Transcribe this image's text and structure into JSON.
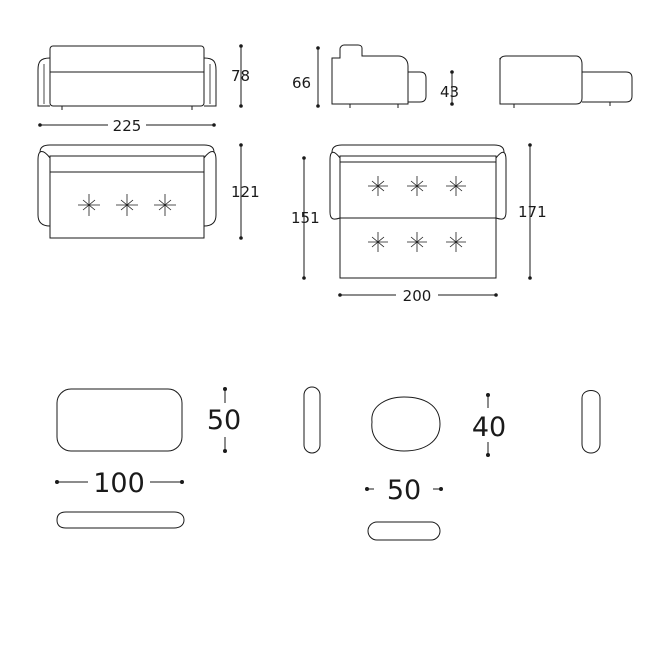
{
  "sofa": {
    "width_label": "225",
    "height_label": "78",
    "seat_height_label": "66",
    "arm_height_label": "43",
    "depth_label": "121",
    "bed_depth_label": "151",
    "bed_total_depth_label": "171",
    "bed_width_label": "200"
  },
  "cushion_rect": {
    "width_label": "100",
    "height_label": "50"
  },
  "cushion_round": {
    "width_label": "50",
    "height_label": "40"
  },
  "colors": {
    "line": "#1a1a1a",
    "background": "#ffffff"
  }
}
